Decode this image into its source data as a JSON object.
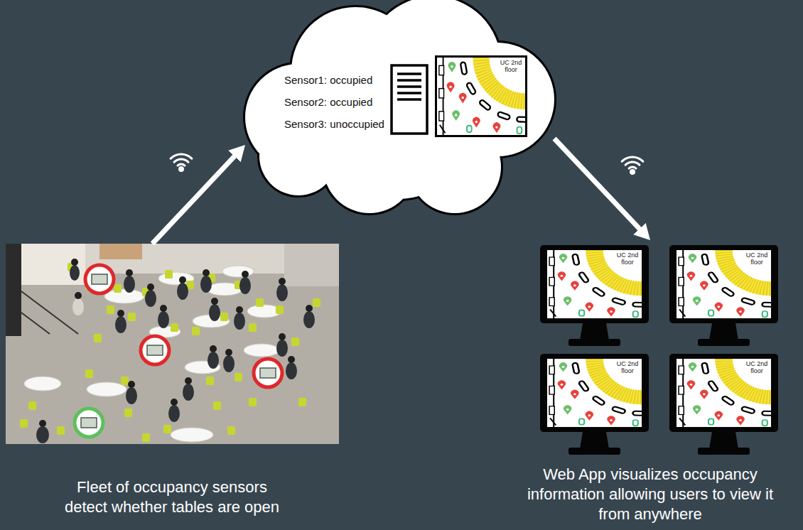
{
  "diagram": {
    "nodes": [
      {
        "text": [
          "Sensor1: occupied",
          "Sensor2: occupied",
          "Sensor3: unoccupied"
        ]
      },
      {
        "text": [
          "UC 2nd floor"
        ],
        "in": 0
      },
      {
        "text": [
          "Fleet of occupancy sensors detect whether tables are open"
        ]
      },
      {
        "text": [
          "Web App visualizes occupancy information allowing users to view it from anywhere"
        ]
      },
      {
        "text": [
          "UC 2nd floor"
        ],
        "in": 3
      },
      {
        "text": [
          "UC 2nd floor"
        ],
        "in": 3
      },
      {
        "text": [
          "UC 2nd floor"
        ],
        "in": 3
      },
      {
        "text": [
          "UC 2nd floor"
        ],
        "in": 3
      }
    ],
    "edges": [
      {
        "from": 2,
        "to": 0,
        "arrow": "to"
      },
      {
        "from": 0,
        "to": 3,
        "arrow": "to"
      }
    ]
  }
}
